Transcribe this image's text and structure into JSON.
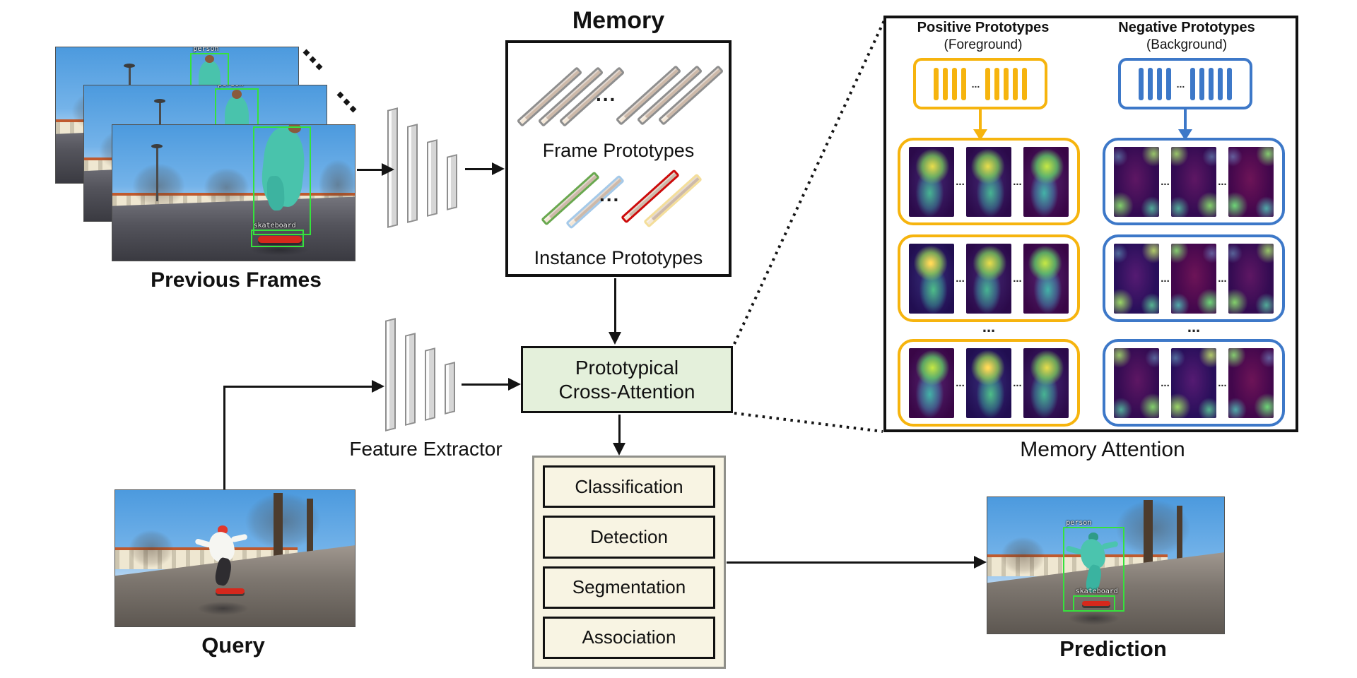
{
  "figure": {
    "type": "model-architecture-diagram"
  },
  "colors": {
    "positive_accent": "#F6B40E",
    "negative_accent": "#3D78C8",
    "attention_box_fill": "#E4F0DB",
    "head_box_fill": "#F8F4E3",
    "mask_teal": "#49C3AC",
    "bbox_green": "#35E23C",
    "skateboard_red": "#D5281C",
    "frame_prototype_gray": "#8E8E8E",
    "instance_prototype_colors": [
      "#69A84F",
      "#A4C9E9",
      "#CC0A0A",
      "#F4DE9A"
    ]
  },
  "previous_frames": {
    "label": "Previous Frames",
    "ellipsis": "...",
    "annotations": {
      "person": "person",
      "skateboard": "skateboard"
    }
  },
  "memory": {
    "title": "Memory",
    "frame_prototypes_label": "Frame Prototypes",
    "instance_prototypes_label": "Instance Prototypes",
    "ellipsis": "..."
  },
  "feature_extractor": {
    "label": "Feature Extractor"
  },
  "cross_attention": {
    "line1": "Prototypical",
    "line2": "Cross-Attention"
  },
  "heads": {
    "items": [
      "Classification",
      "Detection",
      "Segmentation",
      "Association"
    ]
  },
  "query": {
    "label": "Query"
  },
  "prediction": {
    "label": "Prediction",
    "annotations": {
      "person": "person",
      "skateboard": "skateboard"
    }
  },
  "memory_attention": {
    "label": "Memory Attention",
    "ellipsis": "...",
    "positive": {
      "title": "Positive Prototypes",
      "subtitle": "(Foreground)"
    },
    "negative": {
      "title": "Negative Prototypes",
      "subtitle": "(Background)"
    }
  }
}
